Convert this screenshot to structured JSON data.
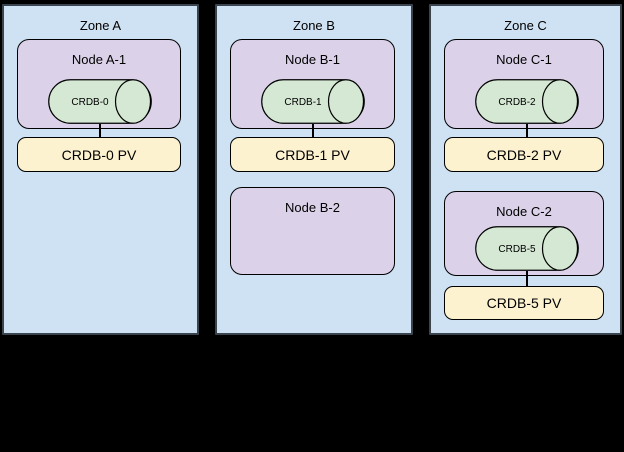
{
  "diagram": {
    "background": "#000000",
    "kind": "kubernetes-zone-topology"
  },
  "colors": {
    "zone_fill": "#cfe2f3",
    "zone_border": "#3a444e",
    "node_fill": "#dbd2e9",
    "node_border": "#000000",
    "db_fill": "#d5e8d4",
    "db_border": "#000000",
    "pv_fill": "#fdf2cf",
    "pv_border": "#000000",
    "text": "#000000"
  },
  "zones": [
    {
      "label": "Zone A",
      "nodes": [
        {
          "label": "Node A-1",
          "db_shape": "cylinder",
          "db_label": "CRDB-0",
          "pv_label": "CRDB-0 PV"
        }
      ]
    },
    {
      "label": "Zone B",
      "nodes": [
        {
          "label": "Node B-1",
          "db_shape": "cylinder",
          "db_label": "CRDB-1",
          "pv_label": "CRDB-1 PV"
        },
        {
          "label": "Node B-2"
        }
      ]
    },
    {
      "label": "Zone C",
      "nodes": [
        {
          "label": "Node C-1",
          "db_shape": "cylinder",
          "db_label": "CRDB-2",
          "pv_label": "CRDB-2 PV"
        },
        {
          "label": "Node C-2",
          "db_shape": "cylinder",
          "db_label": "CRDB-5",
          "pv_label": "CRDB-5 PV"
        }
      ]
    }
  ]
}
